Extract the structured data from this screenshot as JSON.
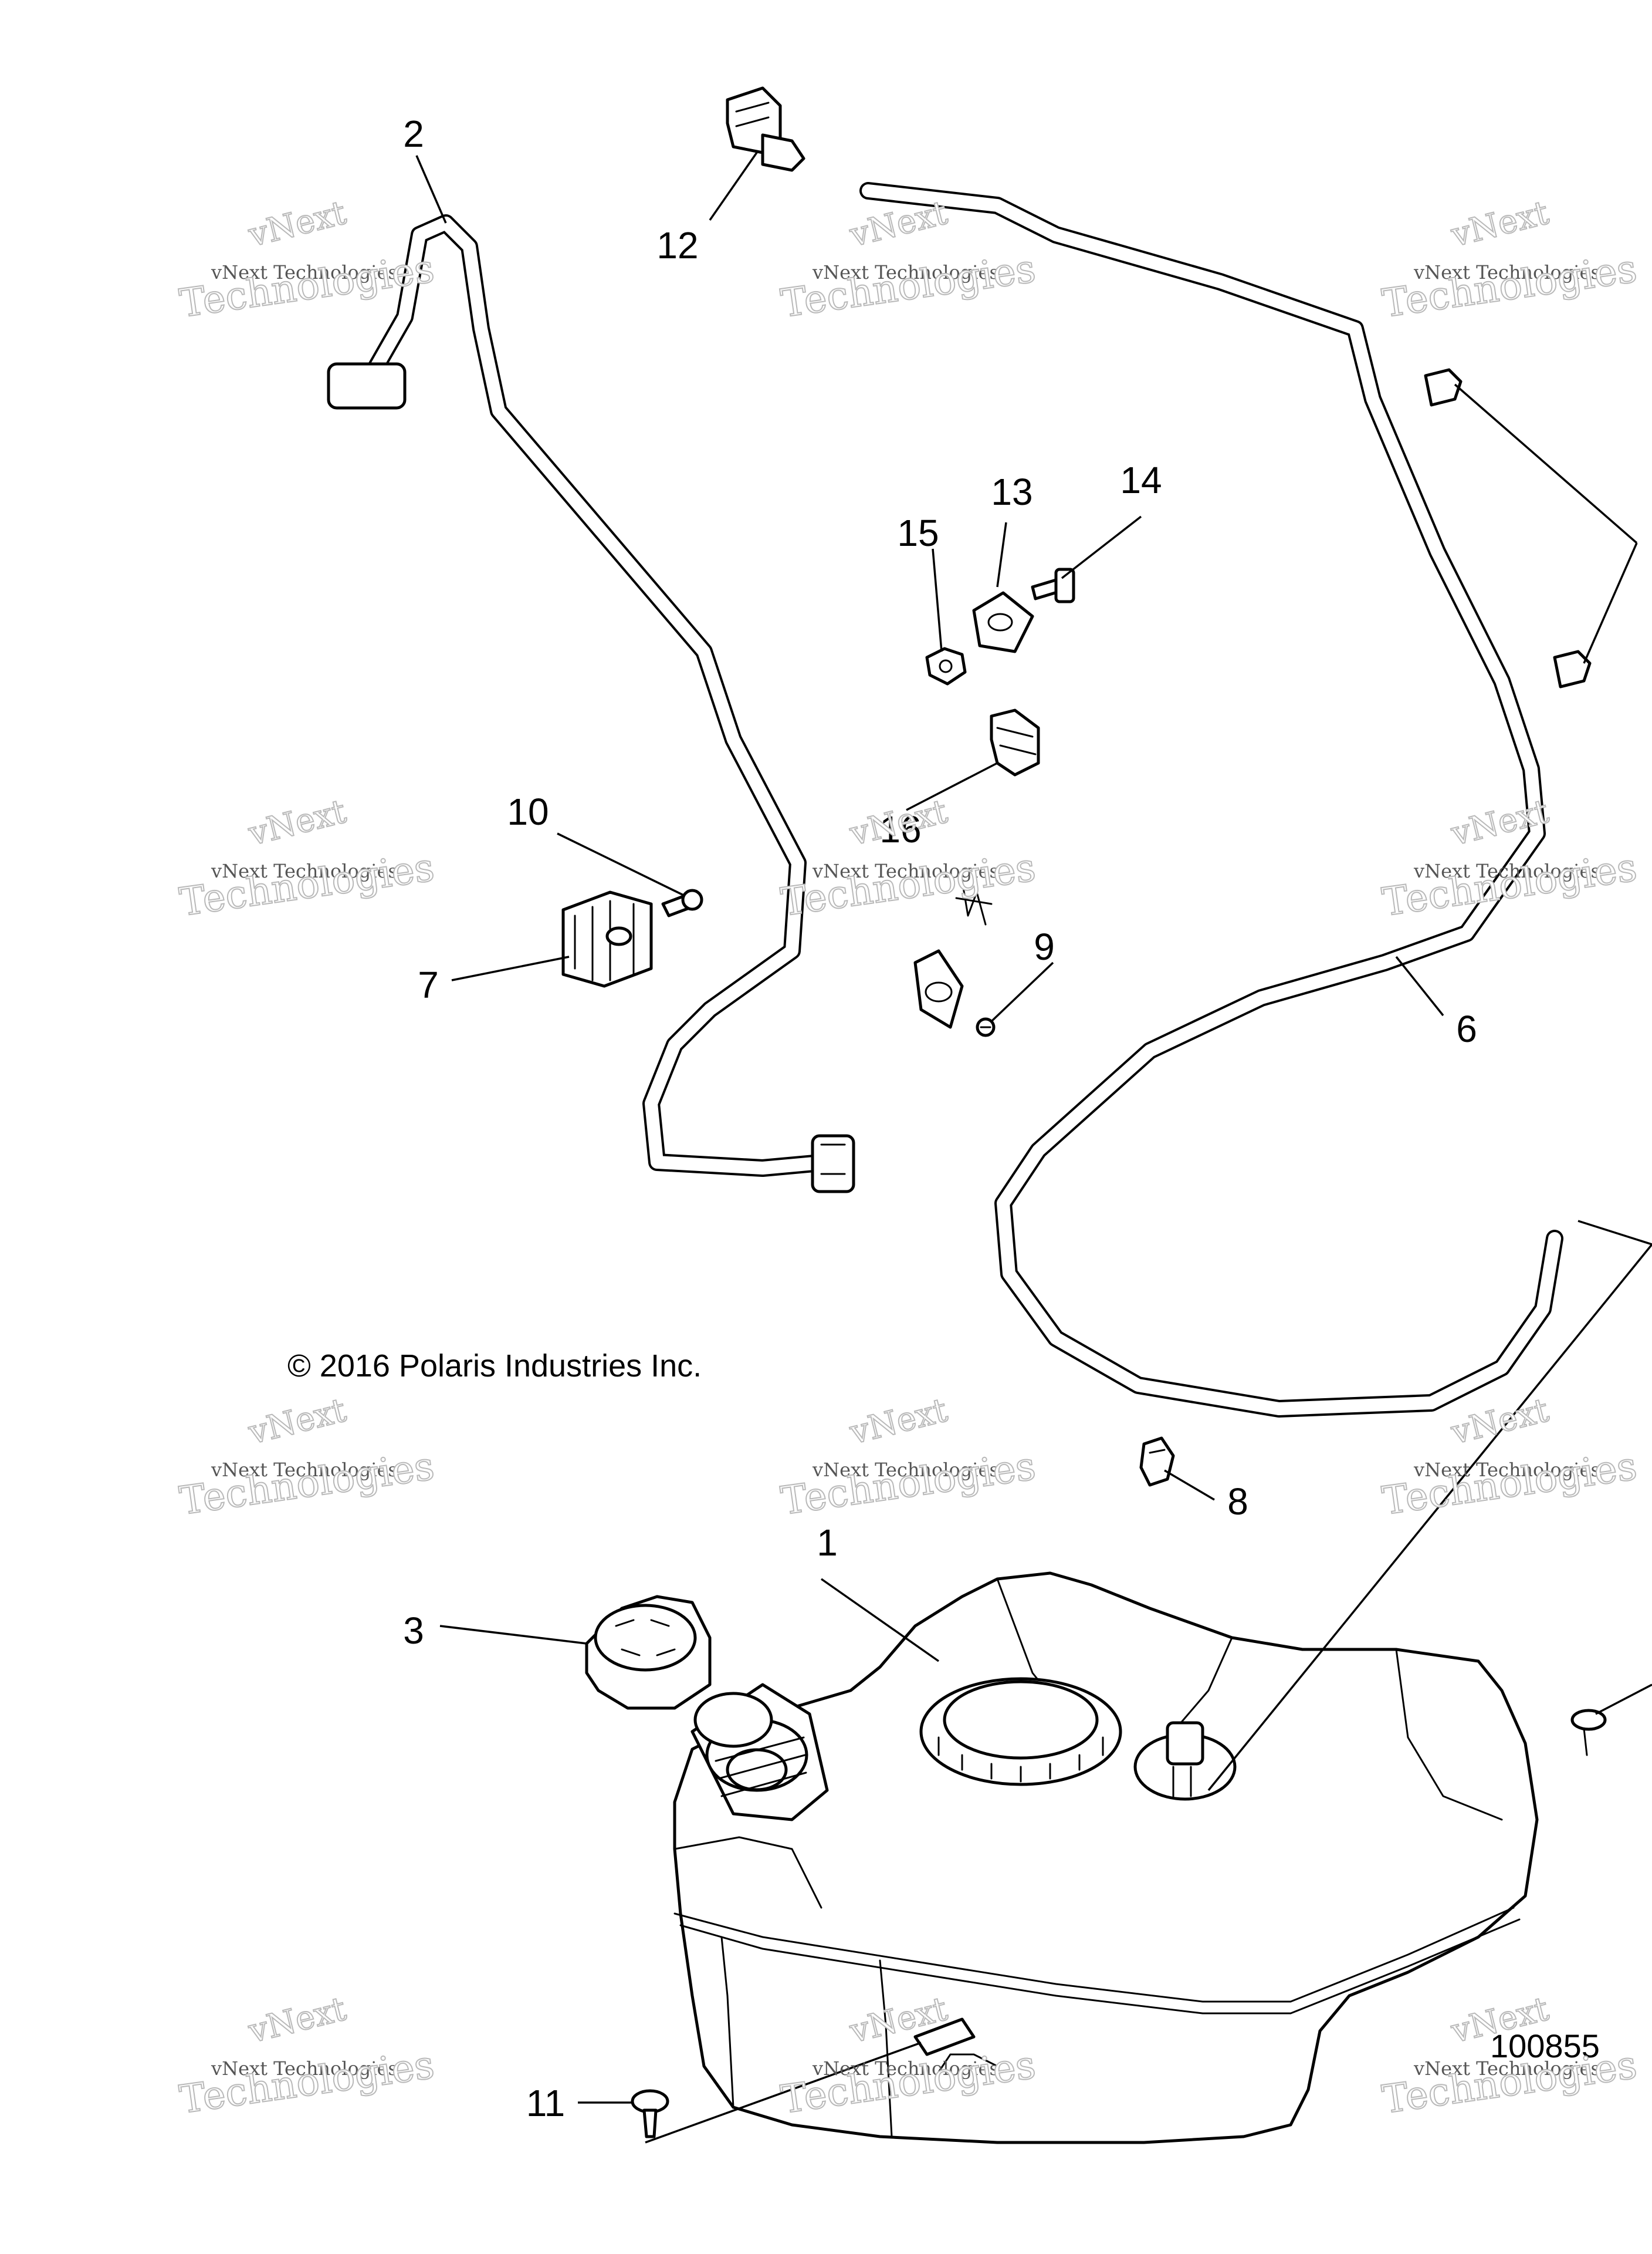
{
  "copyright": "© 2016 Polaris Industries Inc.",
  "diagram_code": "100855",
  "watermark": {
    "line1": "vNext",
    "line2": "vNext Technologies",
    "line3": "Technologies",
    "color": "#b9b9b9"
  },
  "callouts": {
    "c1": "1",
    "c2": "2",
    "c3": "3",
    "c6": "6",
    "c7": "7",
    "c8": "8",
    "c9": "9",
    "c10": "10",
    "c11": "11",
    "c12": "12",
    "c13": "13",
    "c14": "14",
    "c15": "15",
    "c16": "16"
  },
  "parts": {
    "c1": "fuel-tank",
    "c2": "vent-line-left",
    "c3": "fuel-cap",
    "c6": "vent-line-right",
    "c7": "line-clip",
    "c8": "push-clip",
    "c9": "screw",
    "c10": "pin",
    "c11": "push-rivet",
    "c12": "vent-connector",
    "c13": "p-clamp",
    "c14": "bolt",
    "c15": "nut",
    "c16": "hose-clip"
  }
}
